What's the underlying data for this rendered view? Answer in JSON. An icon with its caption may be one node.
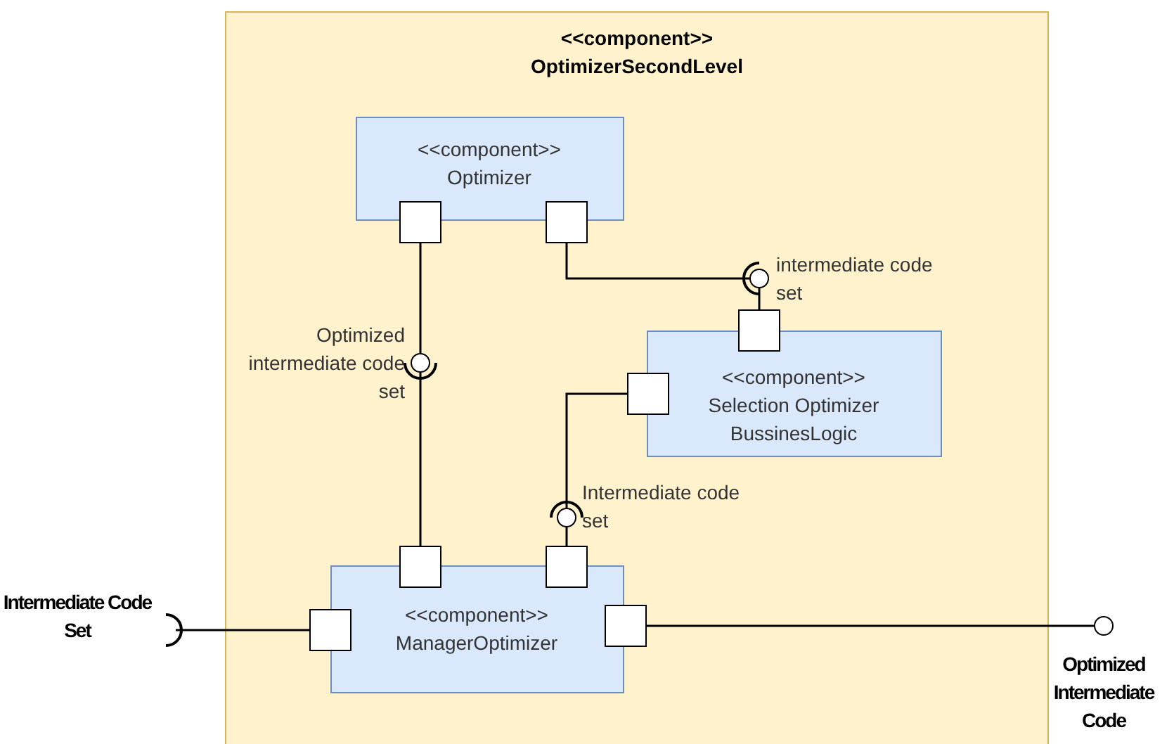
{
  "diagram": {
    "nodes": [
      {
        "text": [
          "<<component>>",
          "OptimizerSecondLevel"
        ]
      },
      {
        "text": [
          "<<component>>",
          "Optimizer"
        ],
        "in": 0
      },
      {
        "text": [
          "<<component>>",
          "Selection Optimizer BussinesLogic"
        ],
        "in": 0
      },
      {
        "text": [
          "<<component>>",
          "ManagerOptimizer"
        ],
        "in": 0
      },
      {
        "text": [],
        "shape": "box",
        "in": 0
      },
      {
        "text": [],
        "shape": "box",
        "in": 0
      },
      {
        "text": [],
        "shape": "box",
        "in": 0
      },
      {
        "text": [],
        "shape": "box",
        "in": 0
      },
      {
        "text": [],
        "shape": "box",
        "in": 0
      },
      {
        "text": [],
        "shape": "box",
        "in": 0
      },
      {
        "text": [],
        "shape": "box",
        "in": 0
      },
      {
        "text": [],
        "shape": "box",
        "in": 0
      },
      {
        "text": [
          "Intermediate Code Set"
        ]
      },
      {
        "text": [],
        "shape": "circle",
        "beside": [
          "intermediate code set"
        ],
        "in": 0
      },
      {
        "text": [],
        "shape": "circle",
        "beside": [
          "Optimized intermediate code set"
        ],
        "in": 0
      },
      {
        "text": [],
        "shape": "circle",
        "beside": [
          "Intermediate code set"
        ],
        "in": 0
      },
      {
        "text": [],
        "shape": "circle",
        "beside": [
          "Optimized Intermediate Code"
        ]
      }
    ],
    "edges": [
      {
        "from": 5,
        "to": 13,
        "arrow": "other"
      },
      {
        "from": 13,
        "to": 6,
        "arrow": "none"
      },
      {
        "from": 4,
        "to": 14,
        "arrow": "none"
      },
      {
        "from": 8,
        "to": 14,
        "arrow": "other"
      },
      {
        "from": 7,
        "to": 15,
        "arrow": "other"
      },
      {
        "from": 15,
        "to": 9,
        "arrow": "none"
      },
      {
        "from": 12,
        "to": 10,
        "arrow": "other"
      },
      {
        "from": 11,
        "to": 16,
        "arrow": "none"
      }
    ]
  }
}
